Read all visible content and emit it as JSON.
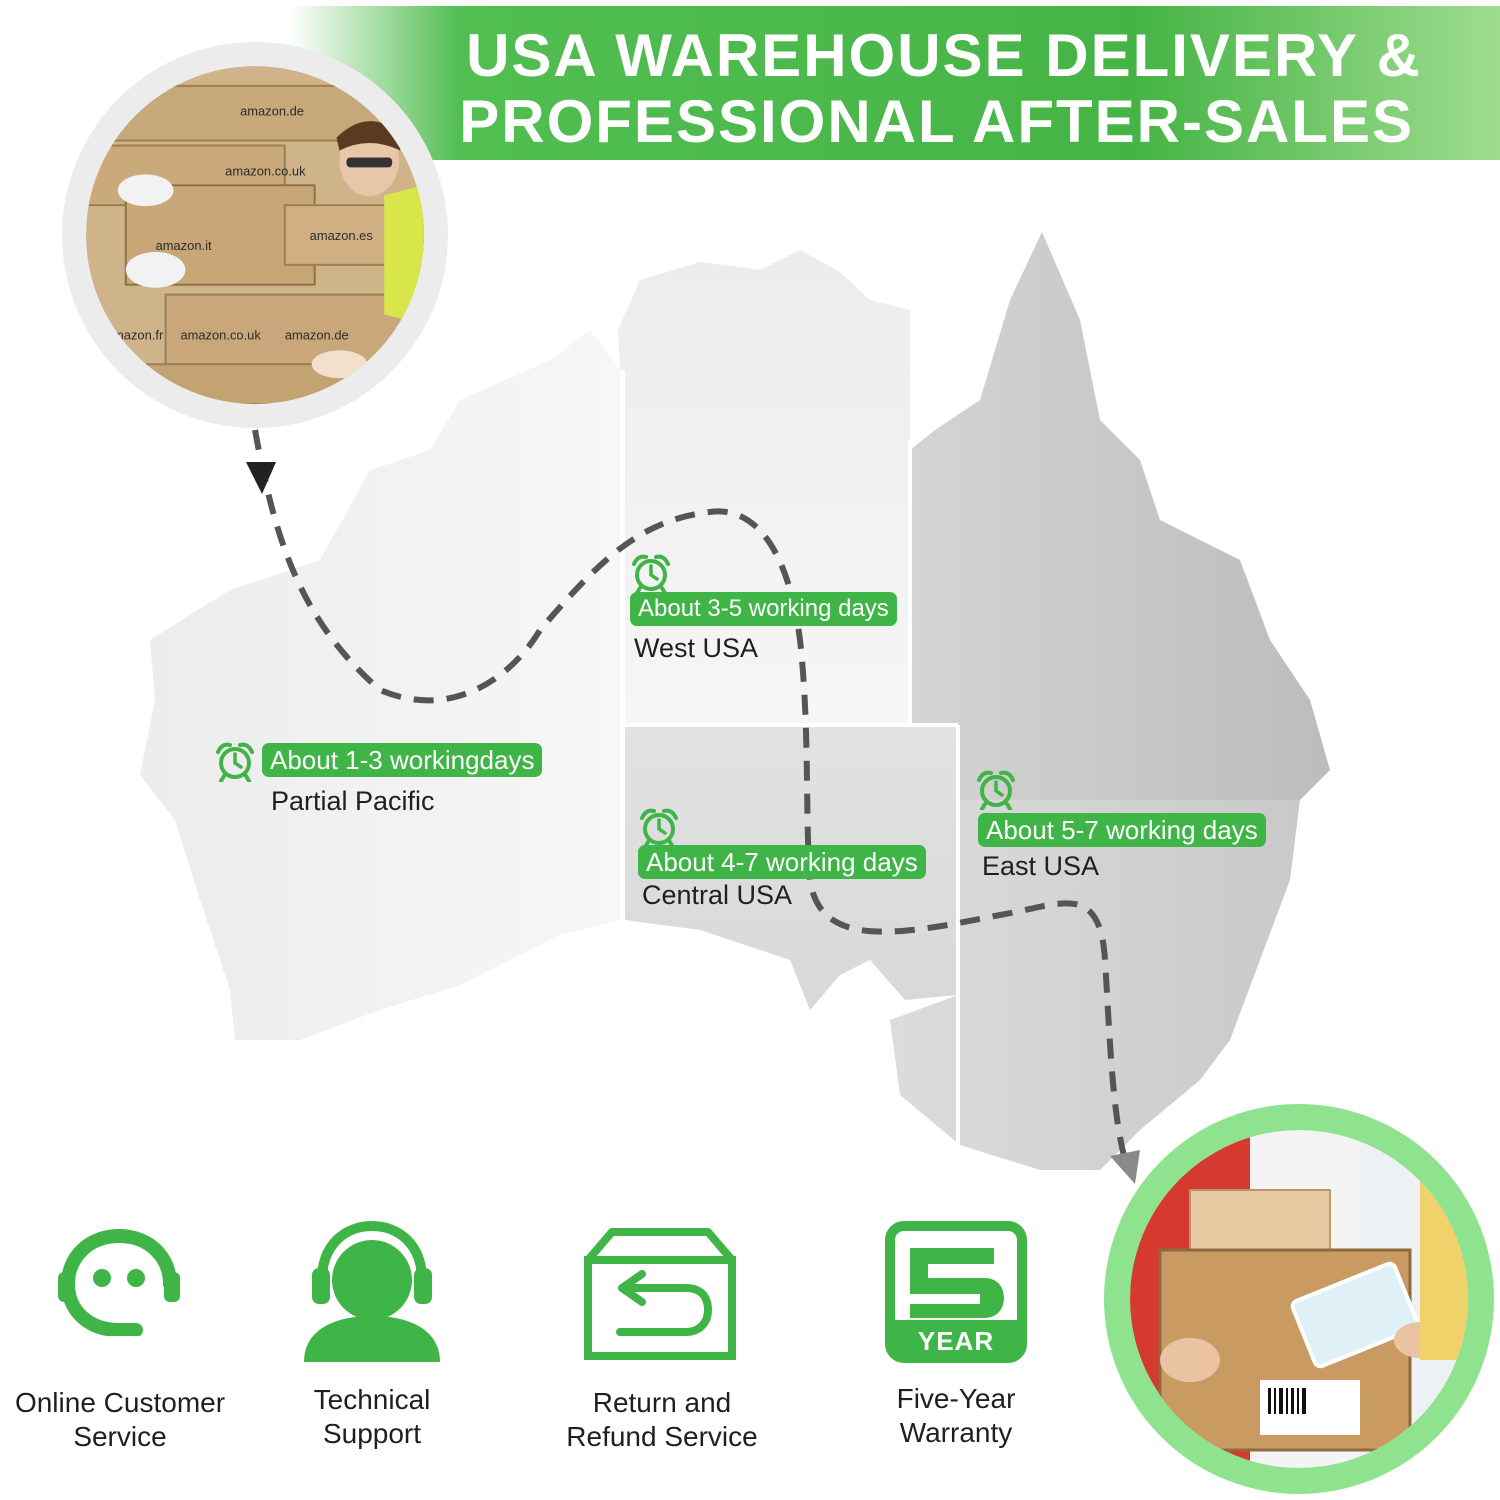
{
  "header": {
    "title_line1": "USA WAREHOUSE DELIVERY &",
    "title_line2": "PROFESSIONAL AFTER-SALES"
  },
  "regions": [
    {
      "time": "About 1-3 workingdays",
      "name": "Partial Pacific"
    },
    {
      "time": "About 3-5 working days",
      "name": "West USA"
    },
    {
      "time": "About 4-7 working days",
      "name": "Central USA"
    },
    {
      "time": "About 5-7 working days",
      "name": "East USA"
    }
  ],
  "photo_top": {
    "box_labels": [
      "amazon.de",
      "amazon.co.uk",
      "amazon.es",
      "amazon.it",
      "amazon.fr"
    ]
  },
  "services": [
    {
      "line1": "Online Customer",
      "line2": "Service",
      "icon": "chat-face-icon"
    },
    {
      "line1": "Technical",
      "line2": "Support",
      "icon": "headset-icon"
    },
    {
      "line1": "Return and",
      "line2": "Refund Service",
      "icon": "return-box-icon"
    },
    {
      "line1": "Five-Year",
      "line2": "Warranty",
      "icon": "five-year-warranty-icon"
    }
  ],
  "warranty_badge": {
    "number": "5",
    "text": "YEAR"
  },
  "colors": {
    "accent": "#3fb548",
    "banner": "#52be52",
    "ring_green": "#8fe38f",
    "map_light": "#f2f2f2",
    "map_dark": "#c4c4c4",
    "route": "#555555"
  }
}
